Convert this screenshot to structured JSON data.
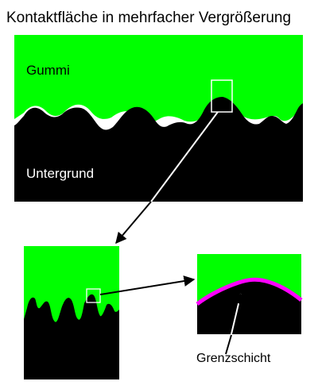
{
  "title": "Kontaktfläche in mehrfacher Vergrößerung",
  "labels": {
    "rubber": "Gummi",
    "ground": "Untergrund",
    "boundary": "Grenzschicht"
  },
  "colors": {
    "rubber": "#00ff00",
    "ground": "#000000",
    "boundary_layer": "#ff00ff",
    "gap": "#ffffff",
    "frame": "#ffffff",
    "arrow": "#000000",
    "arrow_inner": "#ffffff"
  }
}
